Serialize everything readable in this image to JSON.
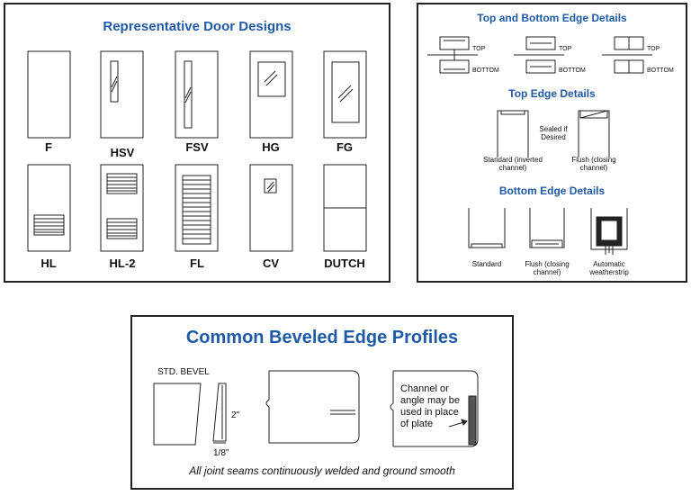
{
  "doors": {
    "title": "Representative Door Designs",
    "labels": [
      "F",
      "HSV",
      "FSV",
      "HG",
      "FG",
      "HL",
      "HL-2",
      "FL",
      "CV",
      "DUTCH"
    ]
  },
  "edges": {
    "title_top_bottom": "Top and Bottom Edge Details",
    "top_label": "TOP",
    "bottom_label": "BOTTOM",
    "title_top": "Top Edge Details",
    "sealed_note": "Sealed if Desired",
    "top_standard": "Standard (inverted channel)",
    "top_flush": "Flush (closing channel)",
    "title_bottom": "Bottom Edge Details",
    "bottom_standard": "Standard",
    "bottom_flush": "Flush (closing channel)",
    "bottom_auto": "Automatic weatherstrip"
  },
  "bevel": {
    "title": "Common Beveled Edge Profiles",
    "std_bevel": "STD. BEVEL",
    "dim_2": "2\"",
    "dim_18": "1/8\"",
    "channel_note": "Channel or angle may be used in place of plate",
    "footer": "All joint seams continuously welded and ground smooth"
  }
}
